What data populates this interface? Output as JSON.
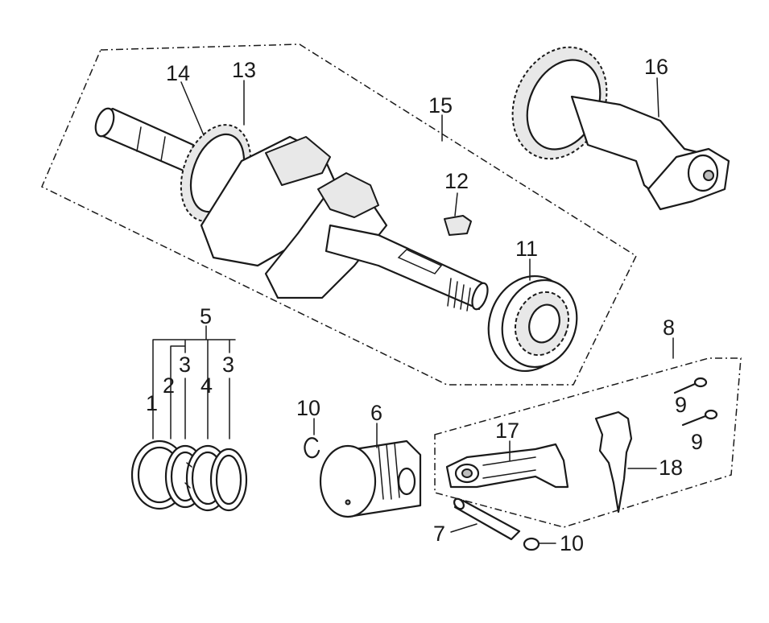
{
  "callouts": {
    "n1": "1",
    "n2": "2",
    "n3a": "3",
    "n3b": "3",
    "n4": "4",
    "n5": "5",
    "n6": "6",
    "n7": "7",
    "n8": "8",
    "n9a": "9",
    "n9b": "9",
    "n10a": "10",
    "n10b": "10",
    "n11": "11",
    "n12": "12",
    "n13": "13",
    "n14": "14",
    "n15": "15",
    "n16": "16",
    "n17": "17",
    "n18": "18"
  }
}
